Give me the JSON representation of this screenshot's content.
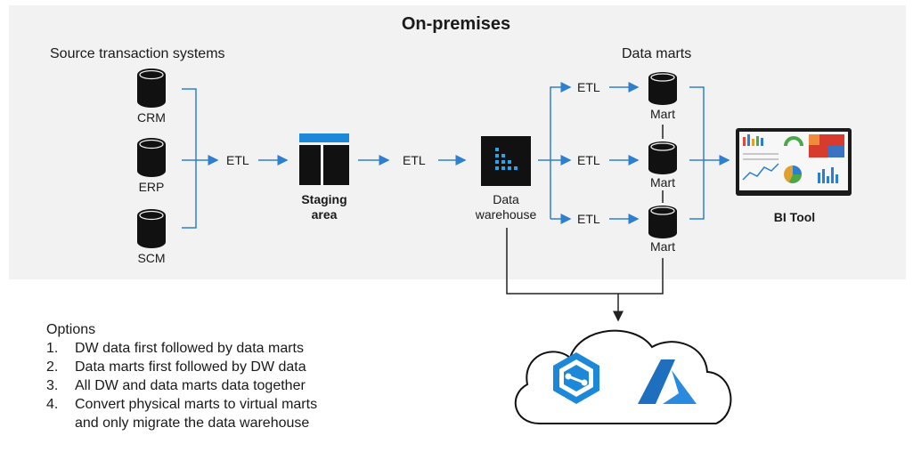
{
  "title": "On-premises",
  "source_heading": "Source transaction systems",
  "marts_heading": "Data marts",
  "sources": [
    "CRM",
    "ERP",
    "SCM"
  ],
  "etl_label": "ETL",
  "staging": "Staging\narea",
  "warehouse": "Data\nwarehouse",
  "mart_label": "Mart",
  "bi_tool": "BI Tool",
  "options": {
    "heading": "Options",
    "items": [
      {
        "num": "1.",
        "text": "DW data first followed by data marts"
      },
      {
        "num": "2.",
        "text": "Data marts first followed by DW data"
      },
      {
        "num": "3.",
        "text": "All DW and data marts data together"
      },
      {
        "num": "4.",
        "text": "Convert physical marts to virtual marts\nand only migrate the data warehouse"
      }
    ]
  },
  "colors": {
    "arrow": "#2f7fcf",
    "panel": "#f2f2f2",
    "db": "#111111",
    "azure_blue": "#1f6fbf"
  }
}
